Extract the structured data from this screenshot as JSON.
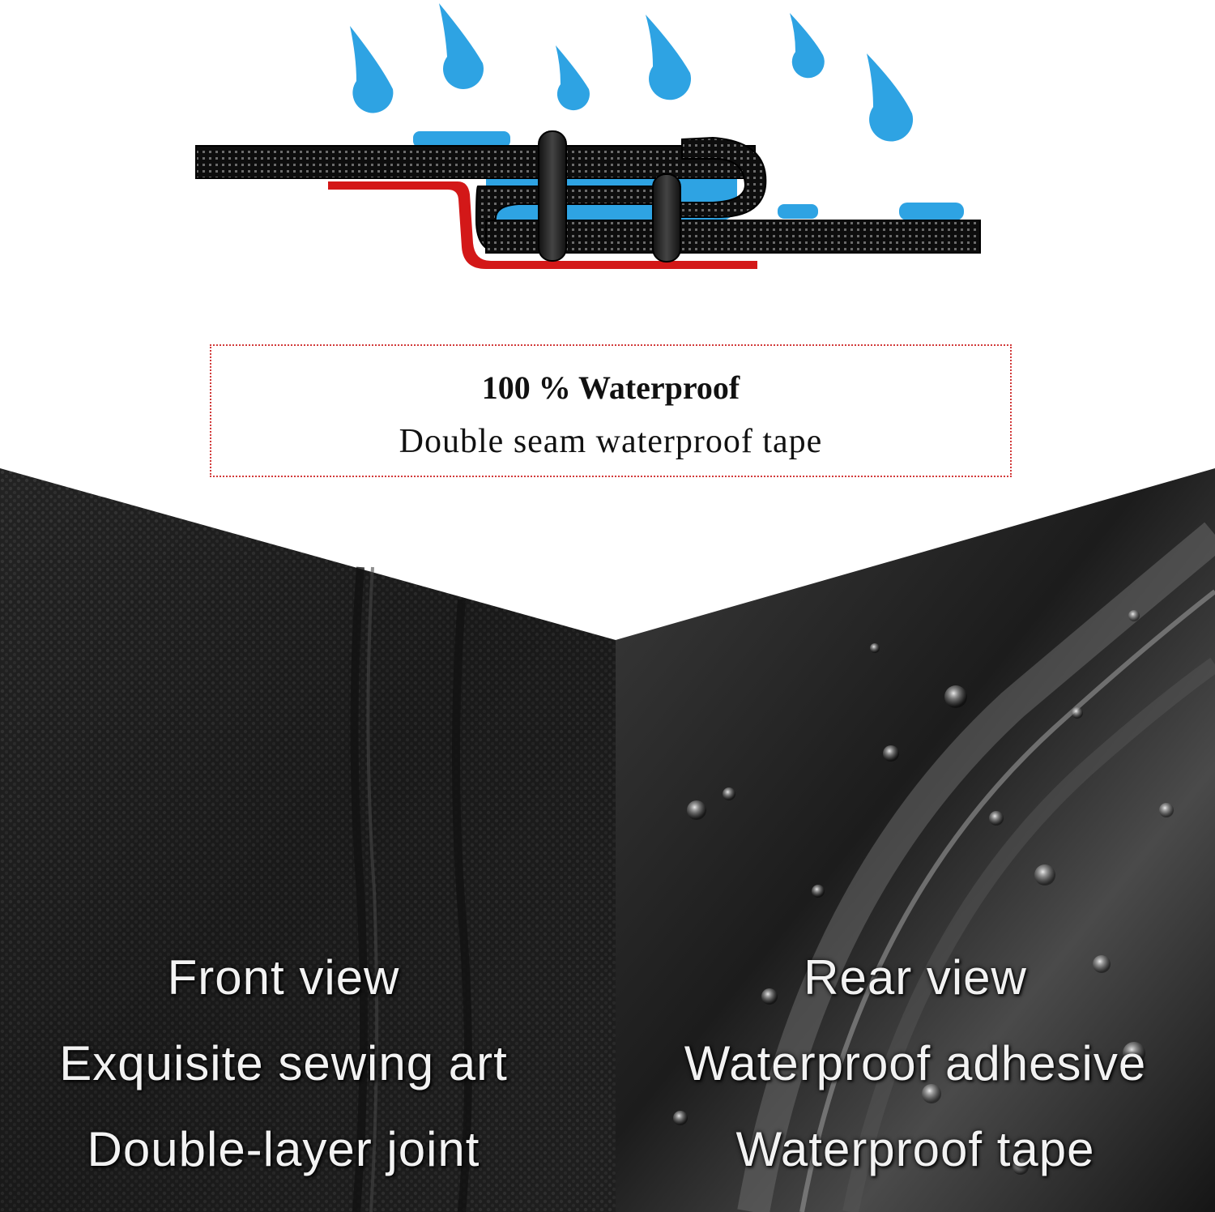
{
  "callout": {
    "title": "100 % Waterproof",
    "subtitle": "Double seam waterproof tape"
  },
  "front": {
    "view_label": "Front view",
    "line1": "Exquisite sewing art",
    "line2": "Double-layer joint"
  },
  "rear": {
    "view_label": "Rear view",
    "line1": "Waterproof adhesive",
    "line2": "Waterproof tape"
  },
  "colors": {
    "raindrop": "#2ea3e3",
    "tape": "#d31818",
    "fabric": "#1a1a1a",
    "callout_border": "#d23a3a"
  }
}
